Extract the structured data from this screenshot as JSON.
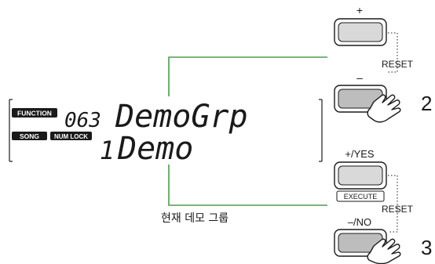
{
  "display": {
    "function_tag": "FUNCTION",
    "song_tag": "SONG",
    "numlock_tag": "NUM LOCK",
    "function_number": "063",
    "function_value": "DemoGrp",
    "song_number": "1",
    "song_value": "Demo"
  },
  "buttons": {
    "plus_label": "+",
    "minus_label": "–",
    "yes_label": "+/YES",
    "execute_label": "EXECUTE",
    "no_label": "–/NO",
    "reset_top": "RESET",
    "reset_bottom": "RESET"
  },
  "steps": {
    "step_minus": "2",
    "step_no": "3"
  },
  "caption": "현재 데모 그룹",
  "colors": {
    "callout_line": "#3aaa35",
    "button_fill": "#d9d9d9",
    "button_pressed_fill": "#bdbdbd",
    "tag_fill": "#1a1a1a"
  }
}
